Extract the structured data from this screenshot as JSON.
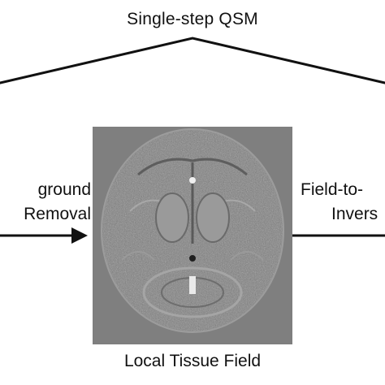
{
  "title": "Single-step QSM",
  "left_label": {
    "line1": "ground",
    "line2": "Removal"
  },
  "right_label": {
    "line1": "Field-to-",
    "line2": "Invers"
  },
  "image_caption": "Local Tissue Field",
  "colors": {
    "line": "#111111",
    "image_background": "#7f7f7f"
  },
  "icons": {
    "left_arrow": "arrow-right-icon"
  }
}
